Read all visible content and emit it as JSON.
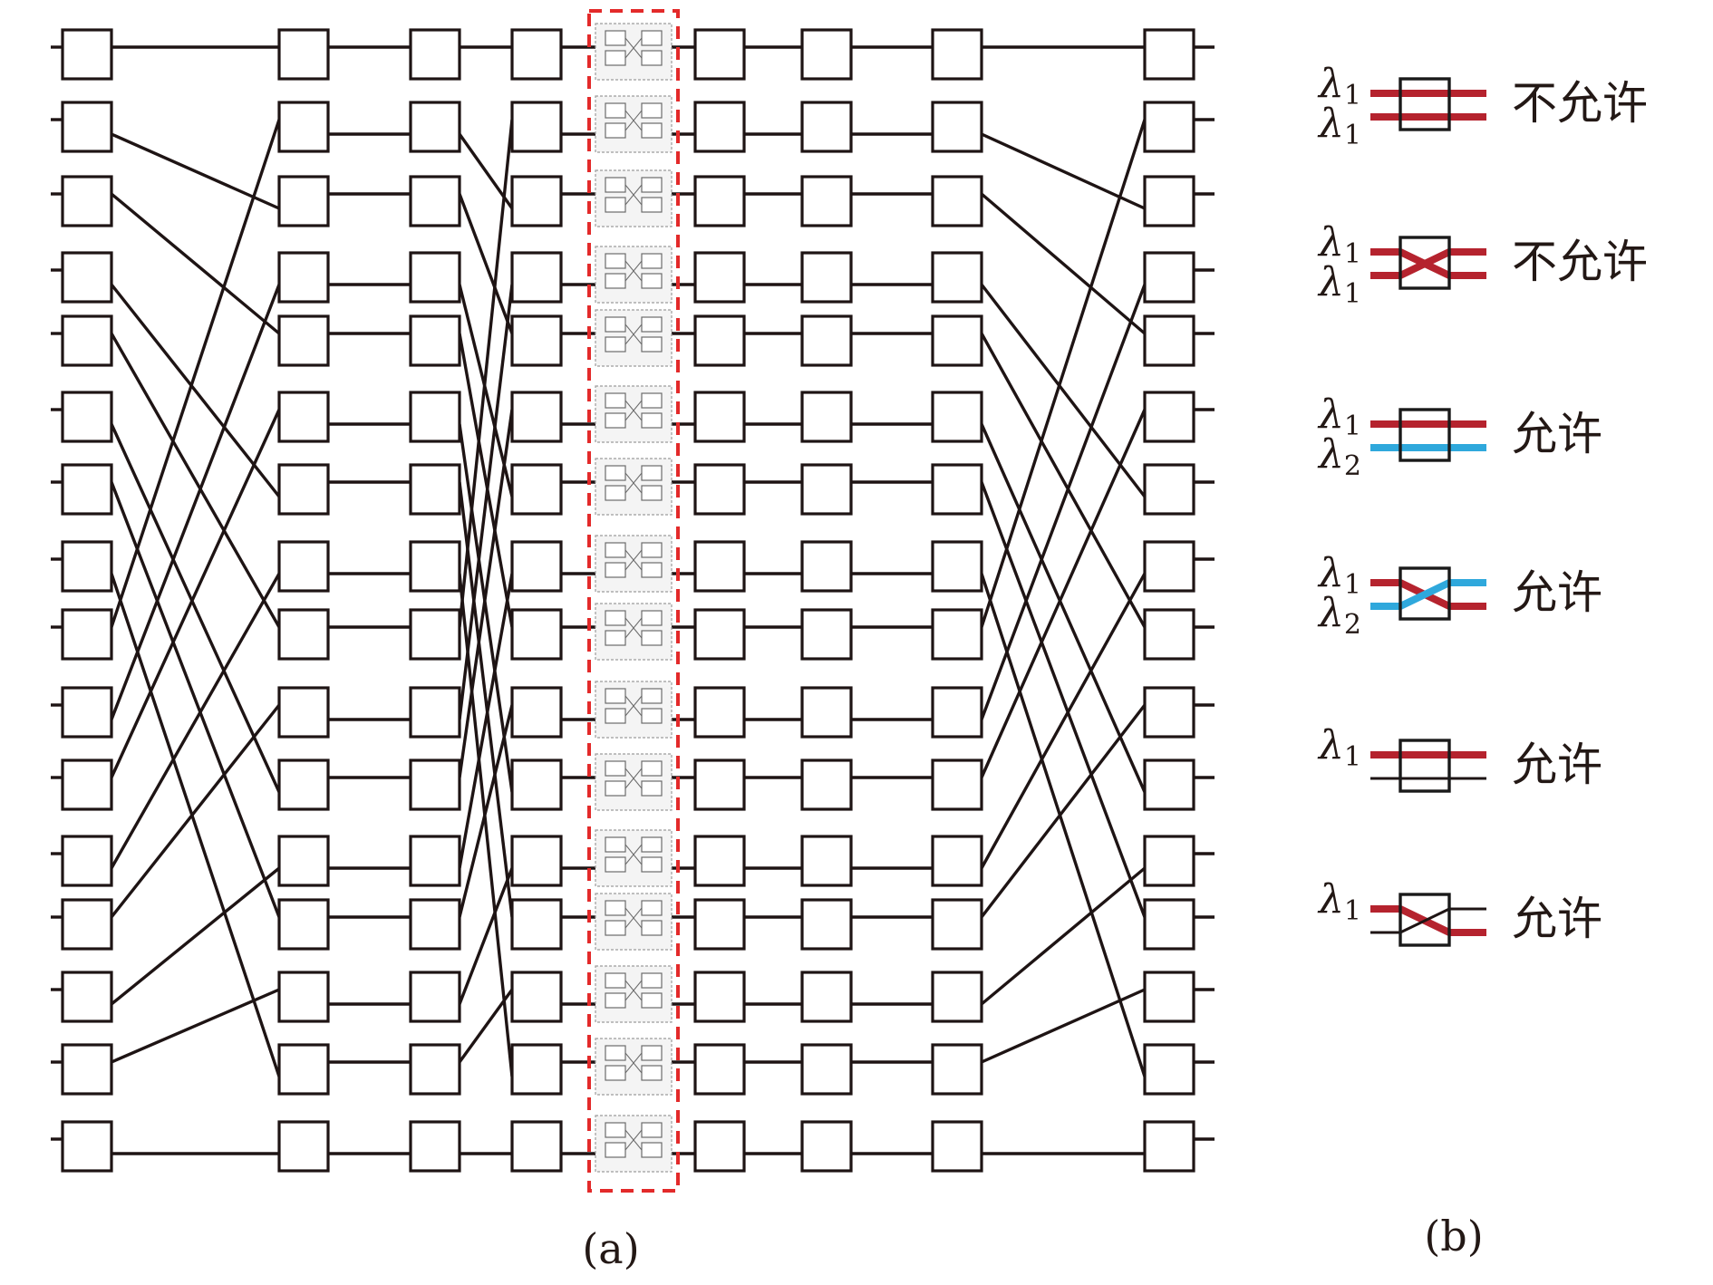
{
  "panel_a": {
    "caption": "(a)"
  },
  "panel_b": {
    "caption": "(b)",
    "legend": [
      {
        "mode": "bar",
        "in1": "1",
        "in2": "1",
        "label": "不允许",
        "colors": [
          "#b5232e",
          "#b5232e"
        ]
      },
      {
        "mode": "cross",
        "in1": "1",
        "in2": "1",
        "label": "不允许",
        "colors": [
          "#b5232e",
          "#b5232e"
        ]
      },
      {
        "mode": "bar",
        "in1": "1",
        "in2": "2",
        "label": "允许",
        "colors": [
          "#b5232e",
          "#2fa8dc"
        ]
      },
      {
        "mode": "cross",
        "in1": "1",
        "in2": "2",
        "label": "允许",
        "colors": [
          "#b5232e",
          "#2fa8dc"
        ]
      },
      {
        "mode": "bar",
        "in1": "1",
        "in2": "",
        "label": "允许",
        "colors": [
          "#b5232e",
          "#1e1414"
        ]
      },
      {
        "mode": "cross",
        "in1": "1",
        "in2": "",
        "label": "允许",
        "colors": [
          "#b5232e",
          "#1e1414"
        ]
      }
    ]
  },
  "colors": {
    "wire": "#1e1414",
    "highlight": "#e32a2a",
    "lambda1": "#b5232e",
    "lambda2": "#2fa8dc"
  }
}
